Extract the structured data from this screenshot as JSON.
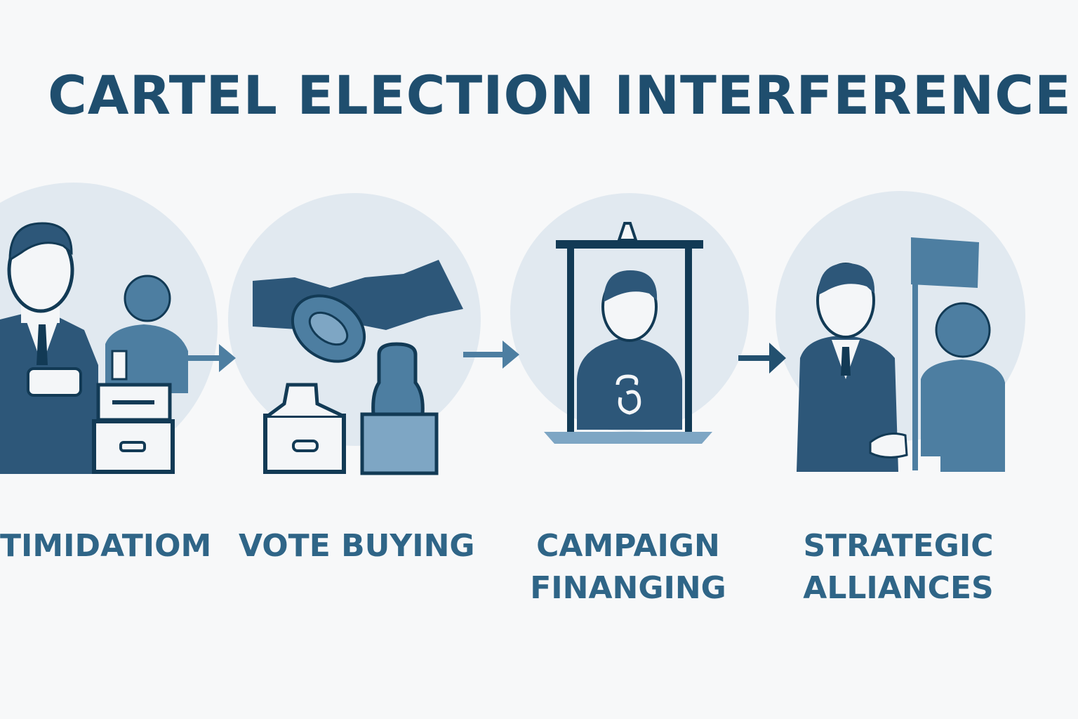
{
  "title": "CARTEL ELECTION INTERFERENCE",
  "colors": {
    "title": "#1f4e6e",
    "label": "#2f6587",
    "circle": "#e1e9f0",
    "dark": "#2d5779",
    "mid": "#4d7ea1",
    "light": "#7ea6c4",
    "outline": "#123a55"
  },
  "steps": [
    {
      "lines": [
        "TIMIDATIOM"
      ],
      "icon": "intimidation-icon"
    },
    {
      "lines": [
        "VOTE BUYING"
      ],
      "icon": "vote-buying-icon"
    },
    {
      "lines": [
        "CAMPAIGN",
        "FINANGING"
      ],
      "icon": "campaign-financing-icon"
    },
    {
      "lines": [
        "STRATEGIC",
        "ALLIANCES"
      ],
      "icon": "strategic-alliances-icon"
    }
  ]
}
